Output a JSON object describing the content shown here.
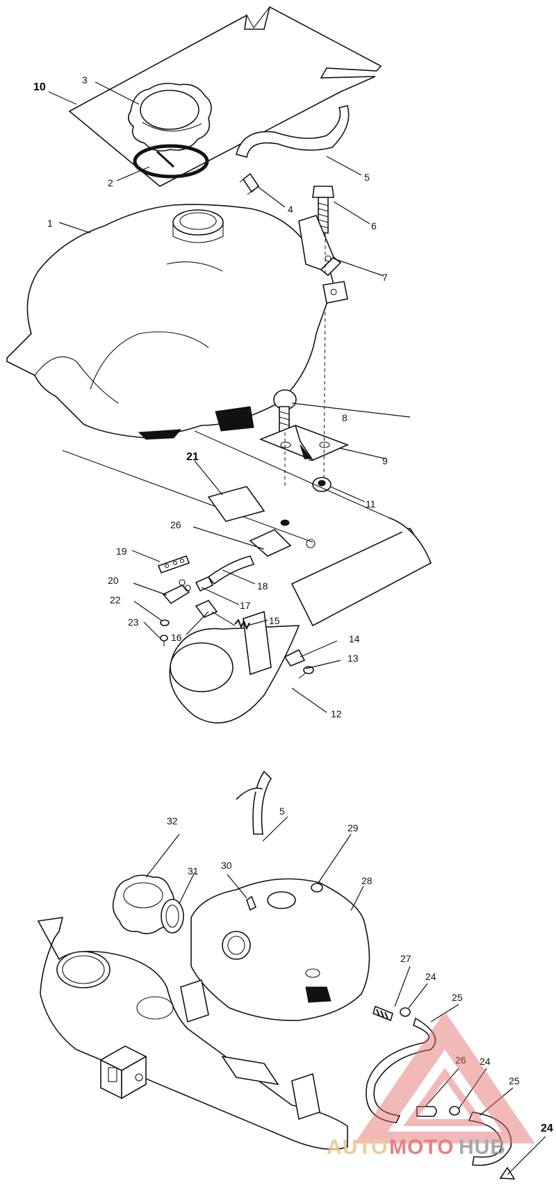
{
  "labels": {
    "p1": "1",
    "p2": "2",
    "p3": "3",
    "p4": "4",
    "p5": "5",
    "p6": "6",
    "p7": "7",
    "p8": "8",
    "p9": "9",
    "p10": "10",
    "p11": "11",
    "p12": "12",
    "p13": "13",
    "p14": "14",
    "p15": "15",
    "p16": "16",
    "p17": "17",
    "p18": "18",
    "p19": "19",
    "p20": "20",
    "p21": "21",
    "p22": "22",
    "p23": "23",
    "p26a": "26",
    "p5b": "5",
    "p24a": "24",
    "p24b": "24",
    "p24c": "24",
    "p25a": "25",
    "p25b": "25",
    "p26b": "26",
    "p27": "27",
    "p28": "28",
    "p29": "29",
    "p30": "30",
    "p31": "31",
    "p32": "32"
  },
  "watermark": {
    "part1": "AUTO",
    "part2": "MOTO",
    "part3": "HUB",
    "color_orange": "#f2c084",
    "color_red": "#e36a6a",
    "color_gray": "#9a9a9a"
  }
}
